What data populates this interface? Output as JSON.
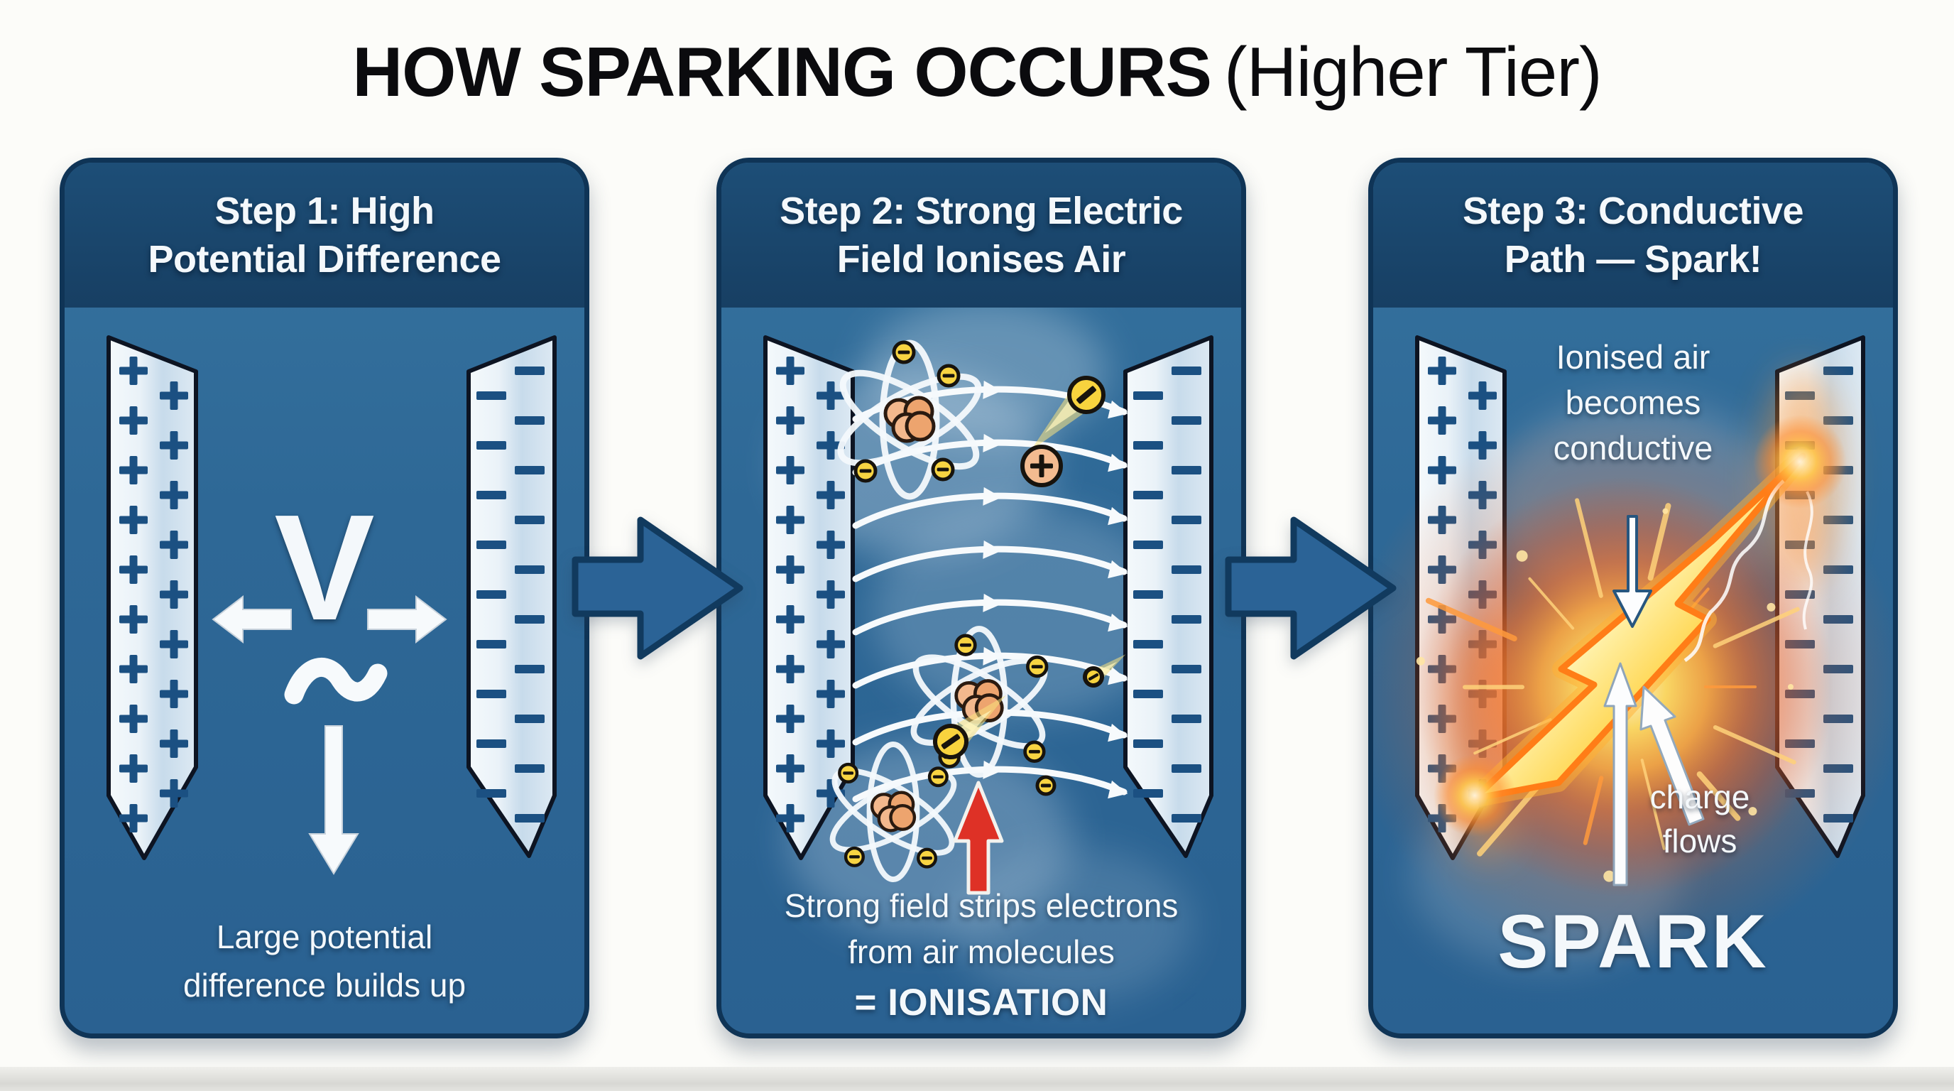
{
  "title": {
    "main": "HOW SPARKING OCCURS",
    "suffix": "(Higher Tier)"
  },
  "panels": [
    {
      "header_lines": [
        "Step 1: High",
        "Potential Difference"
      ],
      "voltage_symbol": "V",
      "ac_symbol": "~",
      "caption_lines": [
        "Large potential",
        "difference builds up"
      ]
    },
    {
      "header_lines": [
        "Step 2: Strong Electric",
        "Field Ionises Air"
      ],
      "caption_lines": [
        "Strong field strips electrons",
        "from air molecules",
        "= IONISATION"
      ]
    },
    {
      "header_lines": [
        "Step 3: Conductive",
        "Path — Spark!"
      ],
      "ionised_note_lines": [
        "Ionised air",
        "becomes",
        "conductive"
      ],
      "charge_note_lines": [
        "charge",
        "flows"
      ],
      "spark_label": "SPARK"
    }
  ],
  "plate_symbols": {
    "positive": "+",
    "negative": "−"
  },
  "colors": {
    "page_background": "#fcfcf9",
    "panel_header": "#1a4870",
    "panel_body": "#2e6896",
    "panel_border": "#0f3456",
    "plate_fill": "#dce9f3",
    "charge_symbol": "#1b5082",
    "white_text": "#f4f8fb",
    "red_arrow": "#de3126",
    "electron_yellow": "#f8d442",
    "ion_peach": "#f3bb90",
    "lightning_yellow": "#ffd21c",
    "lightning_outline": "#ff7d17",
    "explosion_orange": "#ef6b28"
  }
}
